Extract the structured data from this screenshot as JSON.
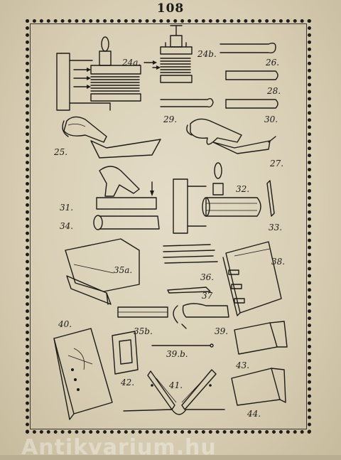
{
  "page": {
    "number": "108"
  },
  "figures": [
    {
      "id": "fig-24a",
      "label": "24a."
    },
    {
      "id": "fig-24b",
      "label": "24b."
    },
    {
      "id": "fig-26",
      "label": "26."
    },
    {
      "id": "fig-28",
      "label": "28."
    },
    {
      "id": "fig-29",
      "label": "29."
    },
    {
      "id": "fig-30",
      "label": "30."
    },
    {
      "id": "fig-25",
      "label": "25."
    },
    {
      "id": "fig-27",
      "label": "27."
    },
    {
      "id": "fig-31",
      "label": "31."
    },
    {
      "id": "fig-32",
      "label": "32."
    },
    {
      "id": "fig-33",
      "label": "33."
    },
    {
      "id": "fig-34",
      "label": "34."
    },
    {
      "id": "fig-35a",
      "label": "35a."
    },
    {
      "id": "fig-36",
      "label": "36."
    },
    {
      "id": "fig-37",
      "label": "37"
    },
    {
      "id": "fig-38",
      "label": "38."
    },
    {
      "id": "fig-40",
      "label": "40."
    },
    {
      "id": "fig-35b",
      "label": "35b."
    },
    {
      "id": "fig-39",
      "label": "39."
    },
    {
      "id": "fig-39b",
      "label": "39.b."
    },
    {
      "id": "fig-42",
      "label": "42."
    },
    {
      "id": "fig-41",
      "label": "41."
    },
    {
      "id": "fig-43",
      "label": "43."
    },
    {
      "id": "fig-44",
      "label": "44."
    }
  ],
  "watermark": {
    "text": "Antikvarium.hu"
  }
}
